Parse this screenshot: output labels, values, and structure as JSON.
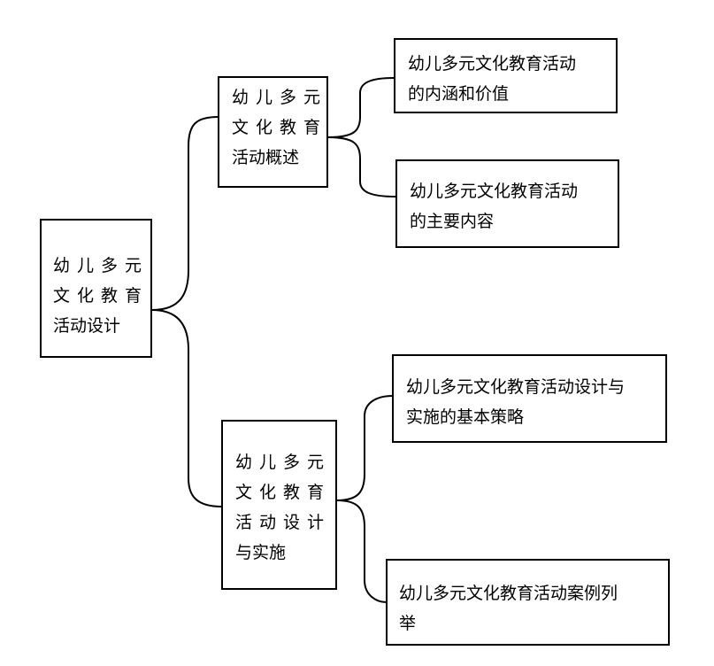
{
  "diagram": {
    "root": {
      "lines": [
        "幼儿多元",
        "文化教育",
        "活动设计"
      ]
    },
    "branch_overview": {
      "lines": [
        "幼儿多元",
        "文化教育",
        "活动概述"
      ]
    },
    "branch_design": {
      "lines": [
        "幼儿多元",
        "文化教育",
        "活动设计",
        "与实施"
      ]
    },
    "leaf_meaning": {
      "lines": [
        "幼儿多元文化教育活动",
        "的内涵和价值"
      ]
    },
    "leaf_content": {
      "lines": [
        "幼儿多元文化教育活动",
        "的主要内容"
      ]
    },
    "leaf_strategy": {
      "lines": [
        "幼儿多元文化教育活动设计与",
        "实施的基本策略"
      ]
    },
    "leaf_cases": {
      "lines": [
        "幼儿多元文化教育活动案例列",
        "举"
      ]
    }
  }
}
